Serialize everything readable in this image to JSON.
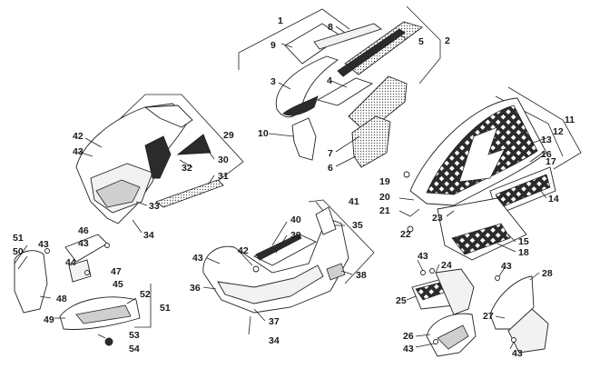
{
  "callouts": [
    {
      "id": "c1",
      "label": "1"
    },
    {
      "id": "c2",
      "label": "2"
    },
    {
      "id": "c3",
      "label": "3"
    },
    {
      "id": "c4",
      "label": "4"
    },
    {
      "id": "c5",
      "label": "5"
    },
    {
      "id": "c6",
      "label": "6"
    },
    {
      "id": "c7",
      "label": "7"
    },
    {
      "id": "c8",
      "label": "8"
    },
    {
      "id": "c9",
      "label": "9"
    },
    {
      "id": "c10",
      "label": "10"
    },
    {
      "id": "c11",
      "label": "11"
    },
    {
      "id": "c12",
      "label": "12"
    },
    {
      "id": "c13",
      "label": "13"
    },
    {
      "id": "c14",
      "label": "14"
    },
    {
      "id": "c15",
      "label": "15"
    },
    {
      "id": "c16",
      "label": "16"
    },
    {
      "id": "c17",
      "label": "17"
    },
    {
      "id": "c18",
      "label": "18"
    },
    {
      "id": "c19",
      "label": "19"
    },
    {
      "id": "c20",
      "label": "20"
    },
    {
      "id": "c21",
      "label": "21"
    },
    {
      "id": "c22",
      "label": "22"
    },
    {
      "id": "c23",
      "label": "23"
    },
    {
      "id": "c24",
      "label": "24"
    },
    {
      "id": "c25",
      "label": "25"
    },
    {
      "id": "c26",
      "label": "26"
    },
    {
      "id": "c27",
      "label": "27"
    },
    {
      "id": "c28",
      "label": "28"
    },
    {
      "id": "c29",
      "label": "29"
    },
    {
      "id": "c30",
      "label": "30"
    },
    {
      "id": "c31",
      "label": "31"
    },
    {
      "id": "c32",
      "label": "32"
    },
    {
      "id": "c33",
      "label": "33"
    },
    {
      "id": "c34a",
      "label": "34"
    },
    {
      "id": "c34b",
      "label": "34"
    },
    {
      "id": "c35",
      "label": "35"
    },
    {
      "id": "c36",
      "label": "36"
    },
    {
      "id": "c37",
      "label": "37"
    },
    {
      "id": "c38",
      "label": "38"
    },
    {
      "id": "c39",
      "label": "39"
    },
    {
      "id": "c40",
      "label": "40"
    },
    {
      "id": "c41",
      "label": "41"
    },
    {
      "id": "c42a",
      "label": "42"
    },
    {
      "id": "c42b",
      "label": "42"
    },
    {
      "id": "c43a",
      "label": "43"
    },
    {
      "id": "c43b",
      "label": "43"
    },
    {
      "id": "c43c",
      "label": "43"
    },
    {
      "id": "c43d",
      "label": "43"
    },
    {
      "id": "c43e",
      "label": "43"
    },
    {
      "id": "c43f",
      "label": "43"
    },
    {
      "id": "c43g",
      "label": "43"
    },
    {
      "id": "c43h",
      "label": "43"
    },
    {
      "id": "c44",
      "label": "44"
    },
    {
      "id": "c45",
      "label": "45"
    },
    {
      "id": "c46",
      "label": "46"
    },
    {
      "id": "c47",
      "label": "47"
    },
    {
      "id": "c48",
      "label": "48"
    },
    {
      "id": "c49",
      "label": "49"
    },
    {
      "id": "c50",
      "label": "50"
    },
    {
      "id": "c51a",
      "label": "51"
    },
    {
      "id": "c51b",
      "label": "51"
    },
    {
      "id": "c52",
      "label": "52"
    },
    {
      "id": "c53",
      "label": "53"
    },
    {
      "id": "c54",
      "label": "54"
    }
  ]
}
